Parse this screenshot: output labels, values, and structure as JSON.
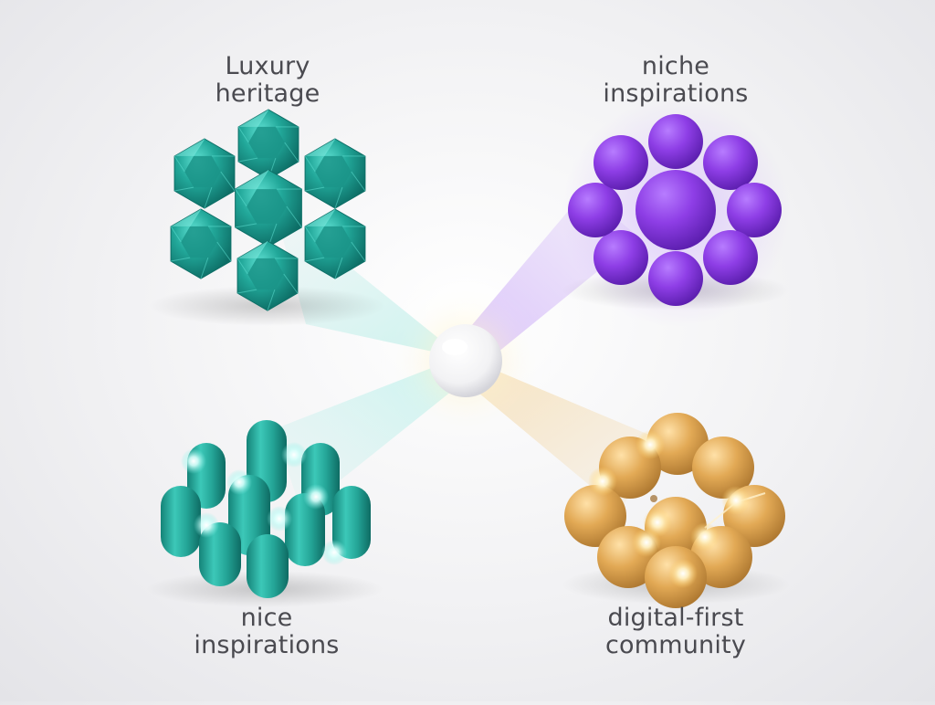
{
  "hub": {
    "name": "central-light-orb"
  },
  "clusters": [
    {
      "id": "luxury-heritage",
      "line1": "Luxury",
      "line2": "heritage",
      "color": "#22a89a",
      "shape": "faceted-gem"
    },
    {
      "id": "niche-inspirations",
      "line1": "niche",
      "line2": "inspirations",
      "color": "#8e3ee6",
      "shape": "sphere"
    },
    {
      "id": "nice-inspirations",
      "line1": "nice",
      "line2": "inspirations",
      "color": "#1f9e92",
      "shape": "capsule"
    },
    {
      "id": "digital-first-community",
      "line1": "digital-first",
      "line2": "community",
      "color": "#e2a955",
      "shape": "sphere-ring"
    }
  ]
}
